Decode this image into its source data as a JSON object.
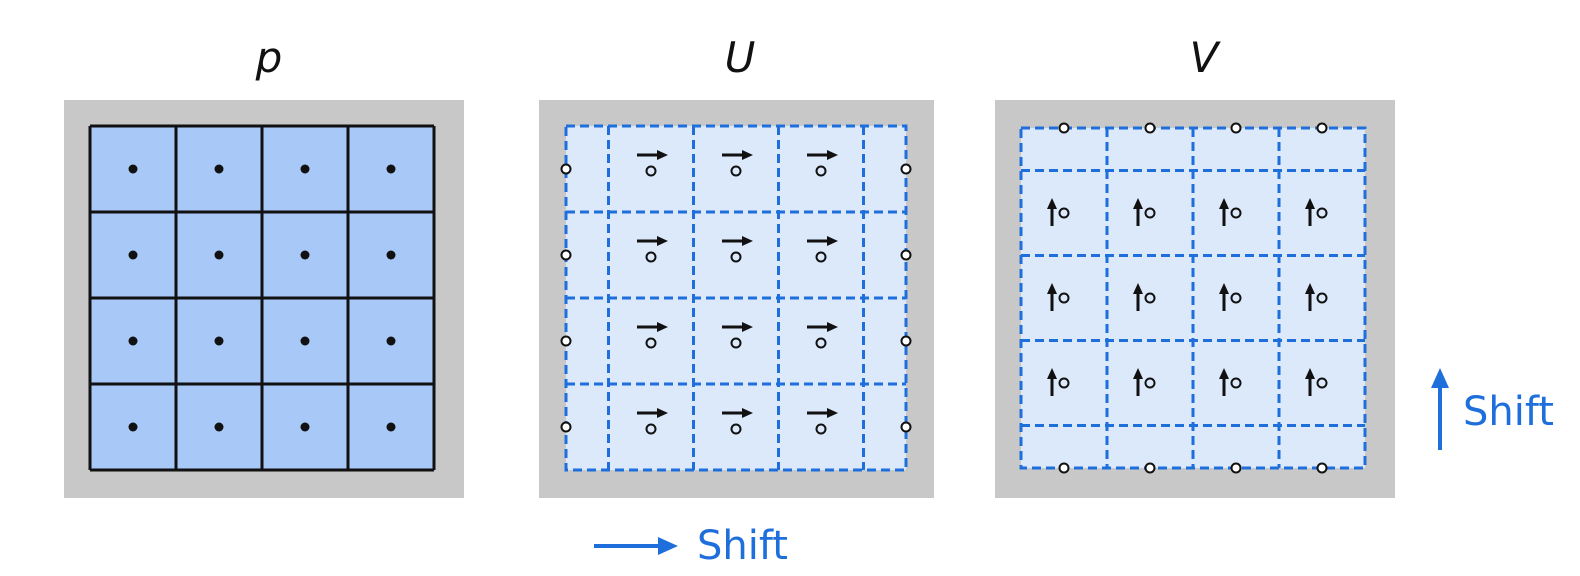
{
  "titles": {
    "p": "p",
    "u": "U",
    "v": "V"
  },
  "grid": {
    "rows": 4,
    "cols": 4
  },
  "shift": {
    "u_label": "Shift",
    "v_label": "Shift"
  },
  "colors": {
    "panel_bg": "#c8c8c8",
    "p_cell": "#a8c8f8",
    "staggered_cell": "#dce9fb",
    "dashed_line": "#1e6fdc",
    "shift_arrow": "#1e6fdc",
    "ink": "#111111"
  },
  "icons": {
    "p_marker": "filled-dot",
    "u_marker": "right-arrow-over-open-circle",
    "v_marker": "up-arrow-beside-open-circle",
    "boundary_node": "open-circle"
  }
}
